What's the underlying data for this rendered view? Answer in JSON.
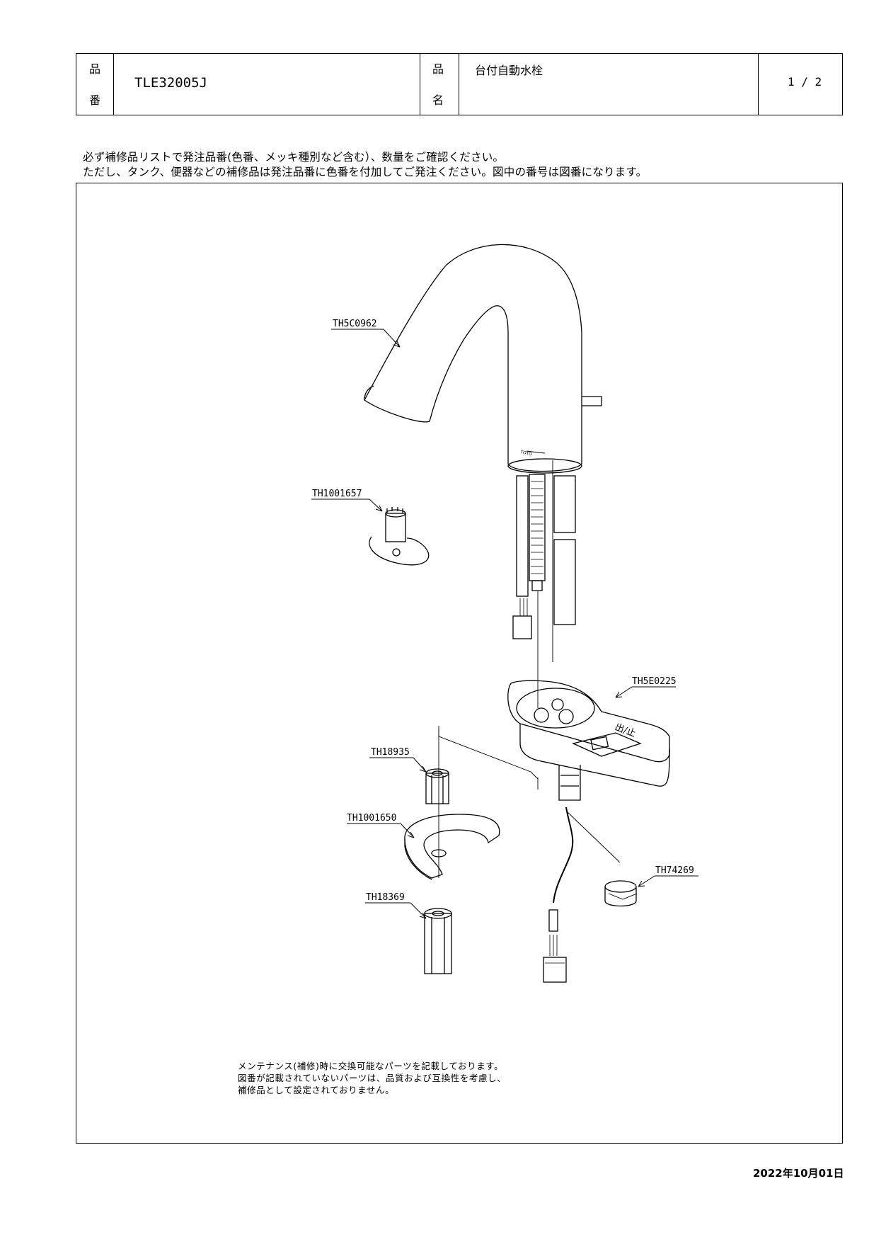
{
  "header": {
    "hinban_char1": "品",
    "hinban_char2": "番",
    "part_number": "TLE32005J",
    "hinmei_char1": "品",
    "hinmei_char2": "名",
    "product_name": "台付自動水栓",
    "page": "1 / 2"
  },
  "notice": {
    "line1": "必ず補修品リストで発注品番(色番、メッキ種別など含む）、数量をご確認ください。",
    "line2": "ただし、タンク、便器などの補修品は発注品番に色番を付加してご発注ください。図中の番号は図番になります。"
  },
  "parts": [
    {
      "id": "spout",
      "label": "TH5C0962"
    },
    {
      "id": "key",
      "label": "TH1001657"
    },
    {
      "id": "sensor-base",
      "label": "TH5E0225"
    },
    {
      "id": "nut",
      "label": "TH18935"
    },
    {
      "id": "bracket",
      "label": "TH1001650"
    },
    {
      "id": "clamp",
      "label": "TH74269"
    },
    {
      "id": "long-nut",
      "label": "TH18369"
    }
  ],
  "base_marking": "出/止",
  "maintenance": {
    "line1": "メンテナンス(補修)時に交換可能なパーツを記載しております。",
    "line2": "図番が記載されていないパーツは、品質および互換性を考慮し、",
    "line3": "補修品として設定されておりません。"
  },
  "date": "2022年10月01日"
}
